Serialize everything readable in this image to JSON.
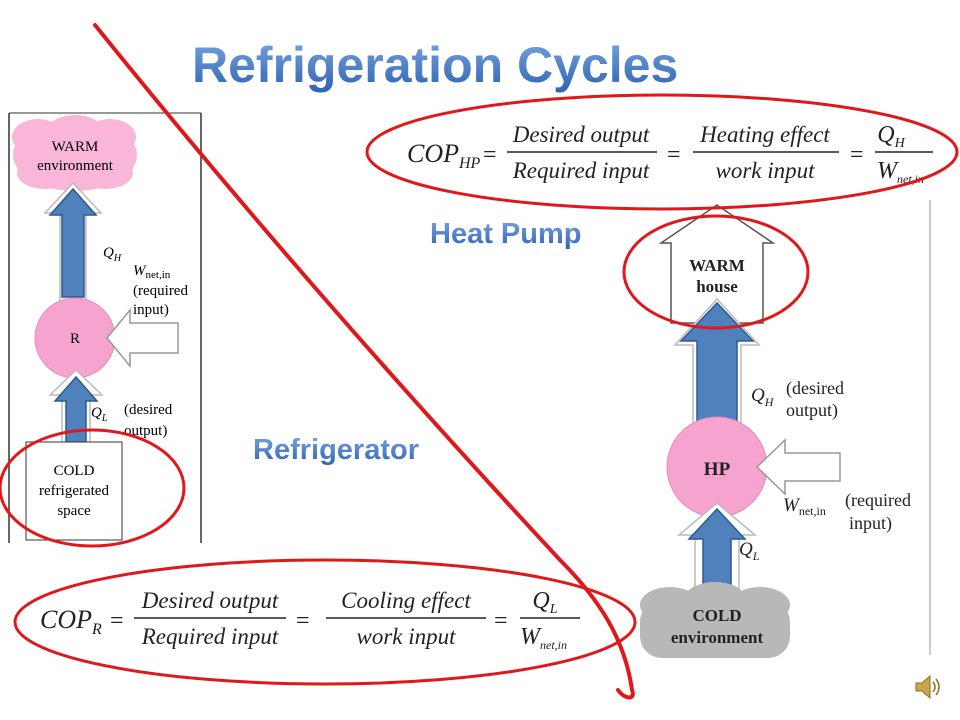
{
  "title": "Refrigeration Cycles",
  "labels": {
    "heat_pump": "Heat Pump",
    "refrigerator": "Refrigerator"
  },
  "refrigerator_diagram": {
    "warm_line1": "WARM",
    "warm_line2": "environment",
    "device": "R",
    "qh_sym": "Q",
    "qh_sub": "H",
    "w_sym": "W",
    "w_sub": "net,in",
    "w_note1": "(required",
    "w_note2": "input)",
    "ql_sym": "Q",
    "ql_sub": "L",
    "ql_note1": "(desired",
    "ql_note2": "output)",
    "cold_line1": "COLD",
    "cold_line2": "refrigerated",
    "cold_line3": "space"
  },
  "heat_pump_diagram": {
    "warm_line1": "WARM",
    "warm_line2": "house",
    "device": "HP",
    "qh_sym": "Q",
    "qh_sub": "H",
    "qh_note1": "(desired",
    "qh_note2": "output)",
    "w_sym": "W",
    "w_sub": "net,in",
    "w_note1": "(required",
    "w_note2": "input)",
    "ql_sym": "Q",
    "ql_sub": "L",
    "cold_line1": "COLD",
    "cold_line2": "environment"
  },
  "cop_hp": {
    "lhs": "COP",
    "lhs_sub": "HP",
    "f1_num": "Desired output",
    "f1_den": "Required input",
    "f2_num": "Heating effect",
    "f2_den": "work input",
    "f3_num": "Q",
    "f3_num_sub": "H",
    "f3_den": "W",
    "f3_den_sub": "net,in"
  },
  "cop_r": {
    "lhs": "COP",
    "lhs_sub": "R",
    "f1_num": "Desired output",
    "f1_den": "Required input",
    "f2_num": "Cooling effect",
    "f2_den": "work input",
    "f3_num": "Q",
    "f3_num_sub": "L",
    "f3_den": "W",
    "f3_den_sub": "net,in"
  },
  "colors": {
    "annotation_red": "#e0181b",
    "arrow_blue": "#4f81bd",
    "bubble_pink": "#f7a3cf",
    "title_blue": "#4a7dc4",
    "cloud_grey": "#b8b8b8"
  },
  "icons": [
    "speaker-icon"
  ]
}
